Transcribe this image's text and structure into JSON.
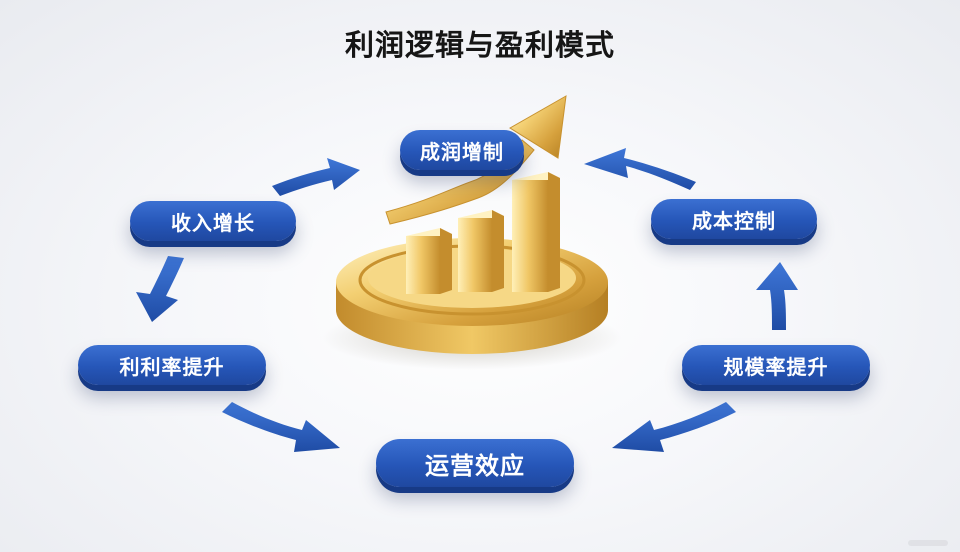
{
  "title": "利润逻辑与盈利模式",
  "nodes": {
    "profit_growth": "成润增制",
    "revenue_growth": "收入增长",
    "cost_control": "成本控制",
    "margin_improve": "利利率提升",
    "scale_improve": "规模率提升",
    "ops_effect": "运营效应"
  },
  "colors": {
    "node_blue": "#2656b8",
    "arrow_blue": "#2e63c9",
    "gold": "#e7b74c"
  }
}
